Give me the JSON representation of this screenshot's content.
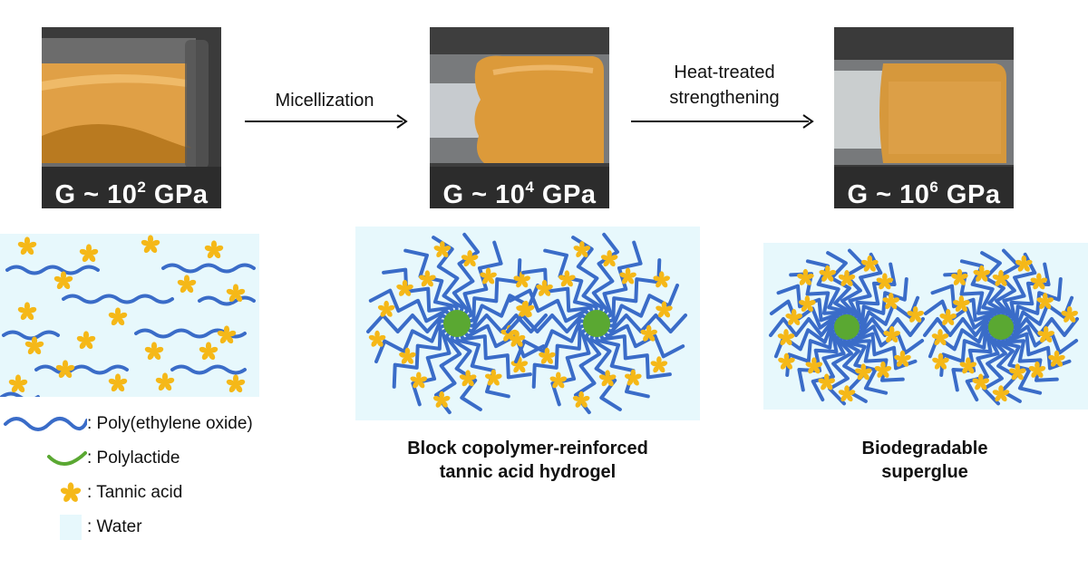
{
  "photos": [
    {
      "base": "G ~ 10",
      "exp": "2",
      "unit": " GPa"
    },
    {
      "base": "G ~ 10",
      "exp": "4",
      "unit": " GPa"
    },
    {
      "base": "G ~ 10",
      "exp": "6",
      "unit": " GPa"
    }
  ],
  "arrows": {
    "first_label": "Micellization",
    "second_label_line1": "Heat-treated",
    "second_label_line2": "strengthening"
  },
  "captions": {
    "middle_line1": "Block copolymer-reinforced",
    "middle_line2": "tannic acid hydrogel",
    "right_line1": "Biodegradable",
    "right_line2": "superglue"
  },
  "legend": [
    {
      "icon": "poly-ethylene-oxide-icon",
      "label": ": Poly(ethylene oxide)"
    },
    {
      "icon": "polylactide-icon",
      "label": ": Polylactide"
    },
    {
      "icon": "tannic-acid-icon",
      "label": ": Tannic acid"
    },
    {
      "icon": "water-icon",
      "label": ": Water"
    }
  ],
  "colors": {
    "peo": "#3a6cc8",
    "pla": "#5aa832",
    "tannic": "#f5b818",
    "water": "#e7f8fc",
    "gel": "#d99a3a"
  }
}
